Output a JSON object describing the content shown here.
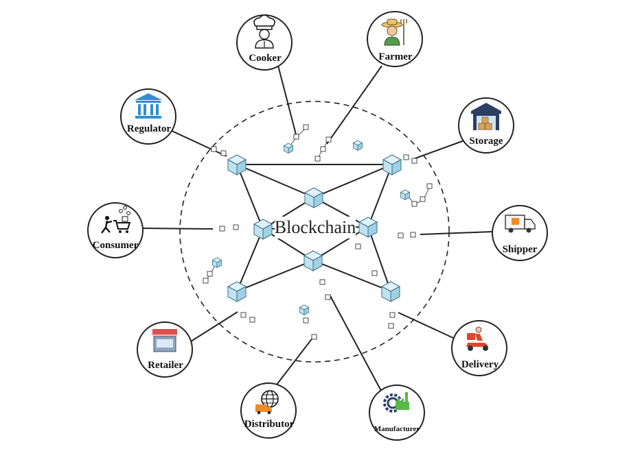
{
  "center": {
    "label": "Blockchain"
  },
  "nodes": [
    {
      "id": "cooker",
      "label": "Cooker",
      "icon": "chef-icon"
    },
    {
      "id": "farmer",
      "label": "Farmer",
      "icon": "farmer-icon"
    },
    {
      "id": "regulator",
      "label": "Regulator",
      "icon": "bank-building-icon"
    },
    {
      "id": "storage",
      "label": "Storage",
      "icon": "warehouse-icon"
    },
    {
      "id": "consumer",
      "label": "Consumer",
      "icon": "shopping-cart-icon"
    },
    {
      "id": "shipper",
      "label": "Shipper",
      "icon": "truck-icon"
    },
    {
      "id": "retailer",
      "label": "Retailer",
      "icon": "storefront-icon"
    },
    {
      "id": "delivery",
      "label": "Delivery",
      "icon": "scooter-icon"
    },
    {
      "id": "distributor",
      "label": "Distributor",
      "icon": "globe-truck-icon"
    },
    {
      "id": "manufacturer",
      "label": "Manufacturer",
      "icon": "factory-gear-icon"
    }
  ],
  "colors": {
    "cube_face": "#bfe3f0",
    "cube_top": "#dff2f9",
    "cube_side": "#9fd0e3",
    "line": "#222222",
    "bank_blue": "#2f8fd0",
    "warehouse_navy": "#2b3f63",
    "box_tan": "#d9a35a",
    "awning_red": "#d9534f",
    "scooter_red": "#e0452f",
    "factory_green": "#56b848",
    "accent_orange": "#f08a24"
  }
}
